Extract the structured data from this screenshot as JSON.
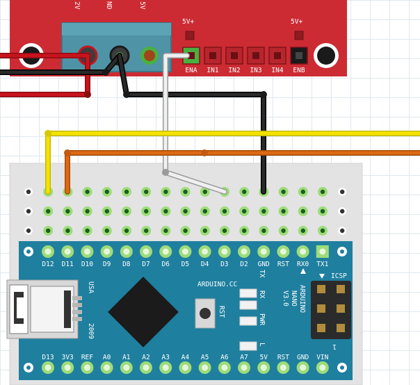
{
  "driver_board": {
    "power_labels": [
      "2V",
      "ND",
      "5V"
    ],
    "vplus_left": "5V+",
    "vplus_right": "5V+",
    "pin_labels": [
      "ENA",
      "IN1",
      "IN2",
      "IN3",
      "IN4",
      "ENB"
    ]
  },
  "nano": {
    "top_pins": [
      "D12",
      "D11",
      "D10",
      "D9",
      "D8",
      "D7",
      "D6",
      "D5",
      "D4",
      "D3",
      "D2",
      "GND",
      "RST",
      "RX0",
      "TX1"
    ],
    "bottom_pins": [
      "D13",
      "3V3",
      "REF",
      "A0",
      "A1",
      "A2",
      "A3",
      "A4",
      "A5",
      "A6",
      "A7",
      "5V",
      "RST",
      "GND",
      "VIN"
    ],
    "brand": "ARDUINO.CC",
    "model_lines": [
      "ARDUINO",
      "NANO",
      "V3.0"
    ],
    "usa": "USA",
    "year": "2009",
    "rst_button": "RST",
    "icsp": "ICSP",
    "led_labels": [
      "TX",
      "RX",
      "PWR",
      "L"
    ],
    "icsp_pin1": "1"
  },
  "colors": {
    "driver_red": "#cc2b33",
    "nano_blue": "#1f7f9f",
    "wire_yellow": "#f4e300",
    "wire_orange": "#dd6a14",
    "wire_black": "#1a1a1a",
    "wire_white": "#e8e8e8",
    "wire_red": "#c8141e",
    "pin_green": "#9ddc7a"
  }
}
